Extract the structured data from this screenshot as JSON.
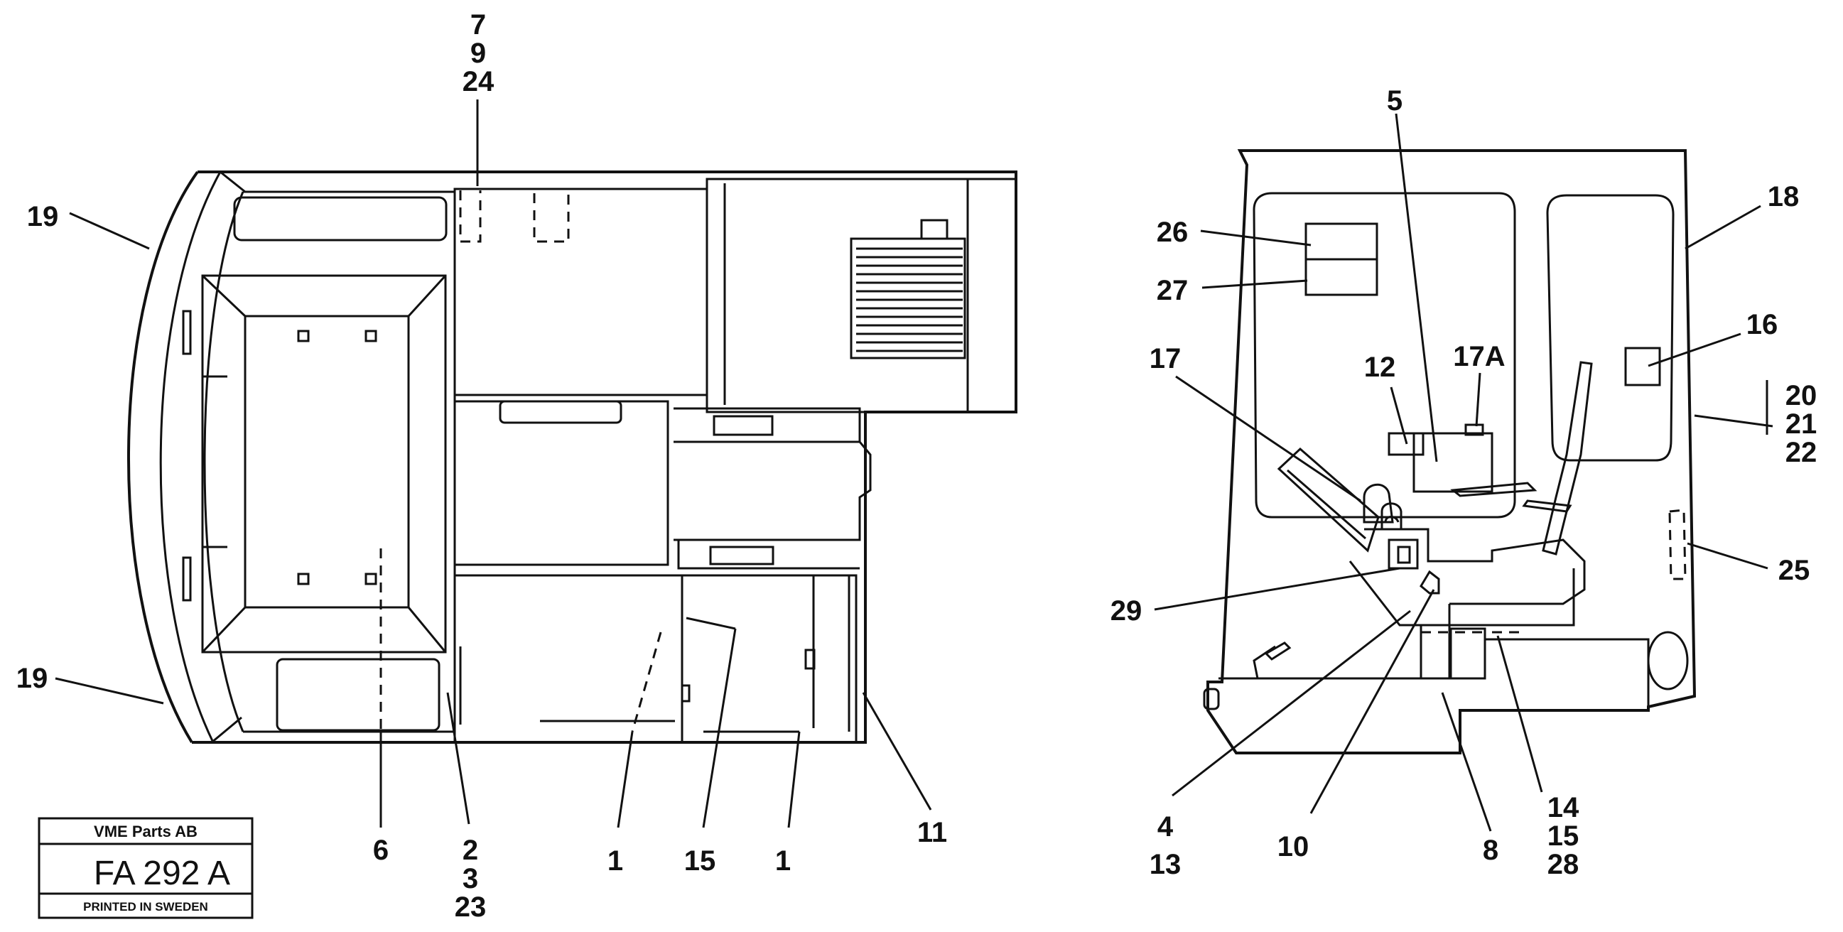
{
  "callouts": {
    "top_left_stack": [
      "7",
      "9",
      "24"
    ],
    "left_top": "19",
    "left_bottom": "19",
    "bottom_6": "6",
    "bottom_2_stack": [
      "2",
      "3",
      "23"
    ],
    "bottom_1a": "1",
    "bottom_15": "15",
    "bottom_1b": "1",
    "bottom_11": "11",
    "right_5": "5",
    "right_26": "26",
    "right_27": "27",
    "right_17": "17",
    "right_12": "12",
    "right_17a": "17A",
    "right_18": "18",
    "right_16": "16",
    "right_20_stack": [
      "20",
      "21",
      "22"
    ],
    "right_25": "25",
    "right_29": "29",
    "right_4_stack": [
      "4",
      "13"
    ],
    "right_10": "10",
    "right_8": "8",
    "right_14_stack": [
      "14",
      "15",
      "28"
    ]
  },
  "title_block": {
    "company": "VME Parts AB",
    "code": "FA 292 A",
    "footer": "PRINTED IN SWEDEN"
  }
}
